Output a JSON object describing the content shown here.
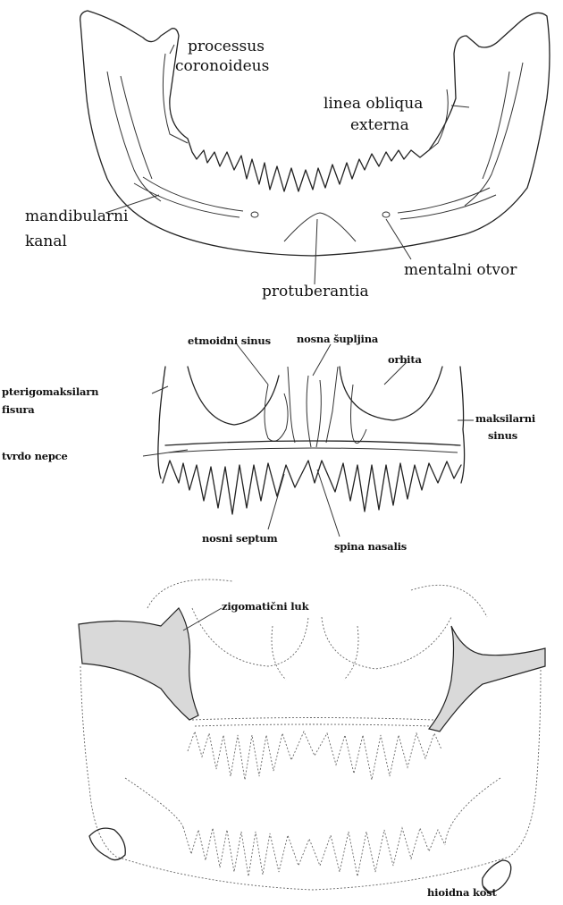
{
  "panel1": {
    "labels": {
      "processus": "processus",
      "coronoideus": "coronoideus",
      "linea": "linea obliqua",
      "externa": "externa",
      "mandibularni": "mandibularni",
      "kanal": "kanal",
      "mentalni": "mentalni otvor",
      "protuberantia": "protuberantia"
    }
  },
  "panel2": {
    "labels": {
      "etmoidni": "etmoidni sinus",
      "nosna": "nosna šupljina",
      "orbita": "orbita",
      "pterigo1": "pterigomaksilarn",
      "pterigo2": "fisura",
      "maksilarni1": "maksilarni",
      "maksilarni2": "sinus",
      "tvrdo": "tvrdo nepce",
      "septum": "nosni septum",
      "spina": "spina nasalis"
    }
  },
  "panel3": {
    "labels": {
      "zigomaticni": "zigomatični luk",
      "hioidna": "hioidna kost"
    }
  }
}
